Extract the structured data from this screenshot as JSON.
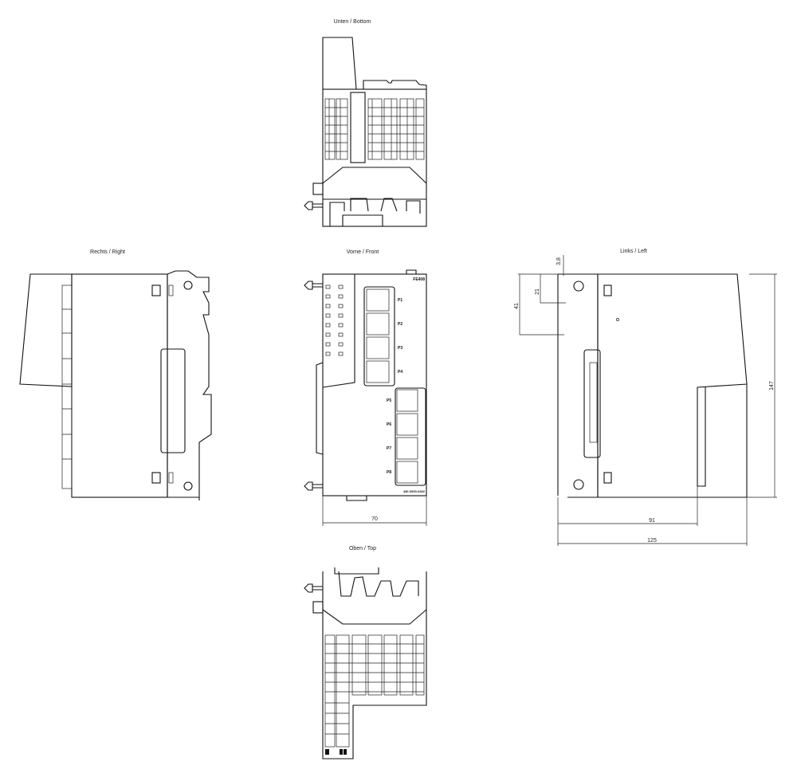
{
  "views": {
    "bottom": {
      "label": "Unten / Bottom"
    },
    "right": {
      "label": "Rechts / Right"
    },
    "front": {
      "label": "Vorne / Front"
    },
    "left": {
      "label": "Links / Left"
    },
    "top": {
      "label": "Oben / Top"
    }
  },
  "front": {
    "model": "FE408",
    "ports_upper": [
      "P1",
      "P2",
      "P3",
      "P4"
    ],
    "ports_lower": [
      "P5",
      "P6",
      "P7",
      "P8"
    ],
    "part_number": "440-0000-0402"
  },
  "dimensions": {
    "front_width": "70",
    "left_offset_top": "3,8",
    "left_slot_21": "21",
    "left_slot_41": "41",
    "left_height": "147",
    "left_depth_91": "91",
    "left_depth_125": "125"
  }
}
